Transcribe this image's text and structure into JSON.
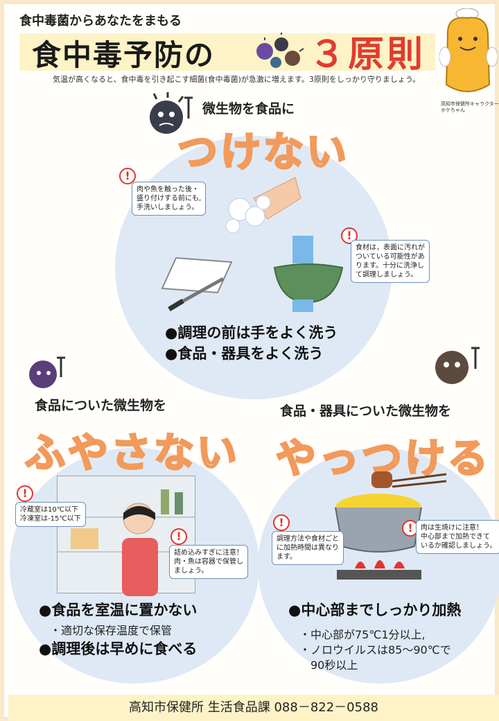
{
  "header": {
    "subtitle": "食中毒菌からあなたをまもる",
    "title": "食中毒予防の",
    "title_number": "３原則",
    "intro": "気温が高くなると、食中毒を引き起こす細菌(食中毒菌)が急激に増えます。3原則をしっかり守りましょう。",
    "mascot_caption": "高知市保健所キャラクター ホケちゃん"
  },
  "top": {
    "lead": "微生物を食品に",
    "word": "つけない",
    "callout_hands": "肉や魚を触った後・\n盛り付けする前にも,\n手洗いしましょう。",
    "callout_food": "食材は，表面に汚れが\nついている可能性があ\nります。十分に洗浄し\nて調理しましょう。",
    "bullet1": "●調理の前は手をよく洗う",
    "bullet2": "●食品・器具をよく洗う"
  },
  "left": {
    "lead": "食品についた微生物を",
    "word": "ふやさない",
    "callout_temp": "冷蔵室は10℃以下\n冷凍室は-15℃以下",
    "callout_store": "詰め込みすぎに注意！\n肉・魚は容器で保管し\nましょう。",
    "bullet1": "●食品を室温に置かない",
    "sub1": "・適切な保存温度で保管",
    "bullet2": "●調理後は早めに食べる"
  },
  "right": {
    "lead": "食品・器具についた微生物を",
    "word": "やっつける",
    "callout_method": "調理方法や食材ごと\nに加熱時間は異なり\nます。",
    "callout_meat": "肉は生焼けに注意！\n中心部まで加熱できて\nいるか確認しましょう。",
    "bullet1": "●中心部までしっかり加熱",
    "sub1": "・中心部が75℃1分以上,",
    "sub2": "・ノロウイルスは85～90℃で",
    "sub3": "　90秒以上"
  },
  "footer": {
    "text": "高知市保健所 生活食品課  088－822－0588"
  },
  "colors": {
    "accent_orange": "#f19a5b",
    "title_red": "#e23b2e",
    "circle_blue": "#dfe9f5",
    "warn_red": "#e4322b"
  }
}
